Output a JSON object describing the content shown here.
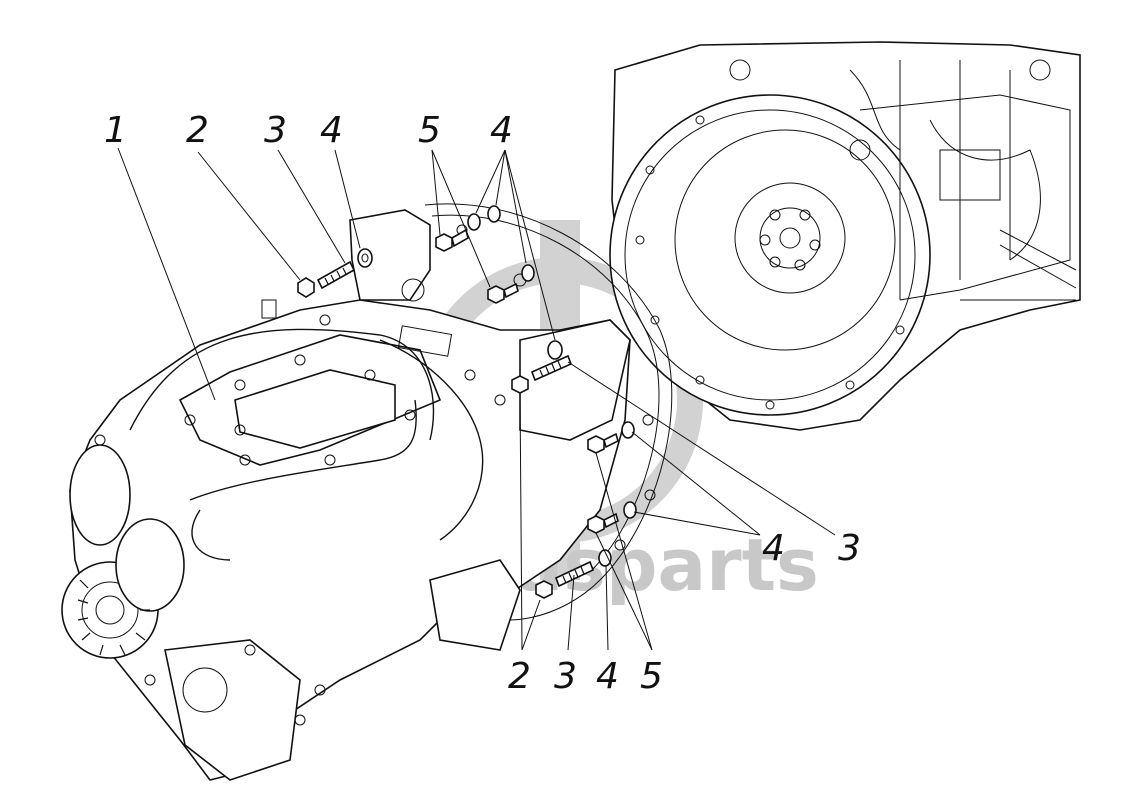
{
  "watermark": {
    "text": "datasparts",
    "color": "#c8c8c8"
  },
  "callouts": {
    "top_1": "1",
    "top_2": "2",
    "top_3": "3",
    "top_4a": "4",
    "top_5": "5",
    "top_4b": "4",
    "right_4": "4",
    "right_3": "3",
    "bottom_2": "2",
    "bottom_3": "3",
    "bottom_4": "4",
    "bottom_5": "5"
  },
  "colors": {
    "line": "#111111",
    "background": "#ffffff",
    "watermark": "#c8c8c8"
  }
}
